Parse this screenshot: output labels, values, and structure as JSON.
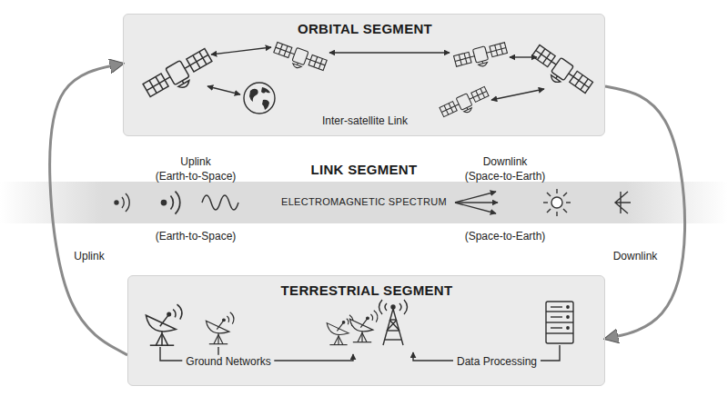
{
  "diagram": {
    "nodes": [
      {
        "text": [
          "ORBITAL SEGMENT",
          "Inter-satellite Link"
        ]
      },
      {
        "text": [
          "LINK SEGMENT",
          "Uplink",
          "(Earth-to-Space)",
          "Downlink",
          "(Space-to-Earth)",
          "ELECTROMAGNETIC SPECTRUM",
          "(Earth-to-Space)",
          "(Space-to-Earth)"
        ]
      },
      {
        "text": [
          "TERRESTRIAL SEGMENT",
          "Ground Networks",
          "Data Processing"
        ]
      }
    ],
    "edges": [
      {
        "from": 2,
        "to": 0,
        "arrow": "to",
        "label": "Uplink"
      },
      {
        "from": 0,
        "to": 2,
        "arrow": "to",
        "label": "Downlink"
      }
    ]
  }
}
